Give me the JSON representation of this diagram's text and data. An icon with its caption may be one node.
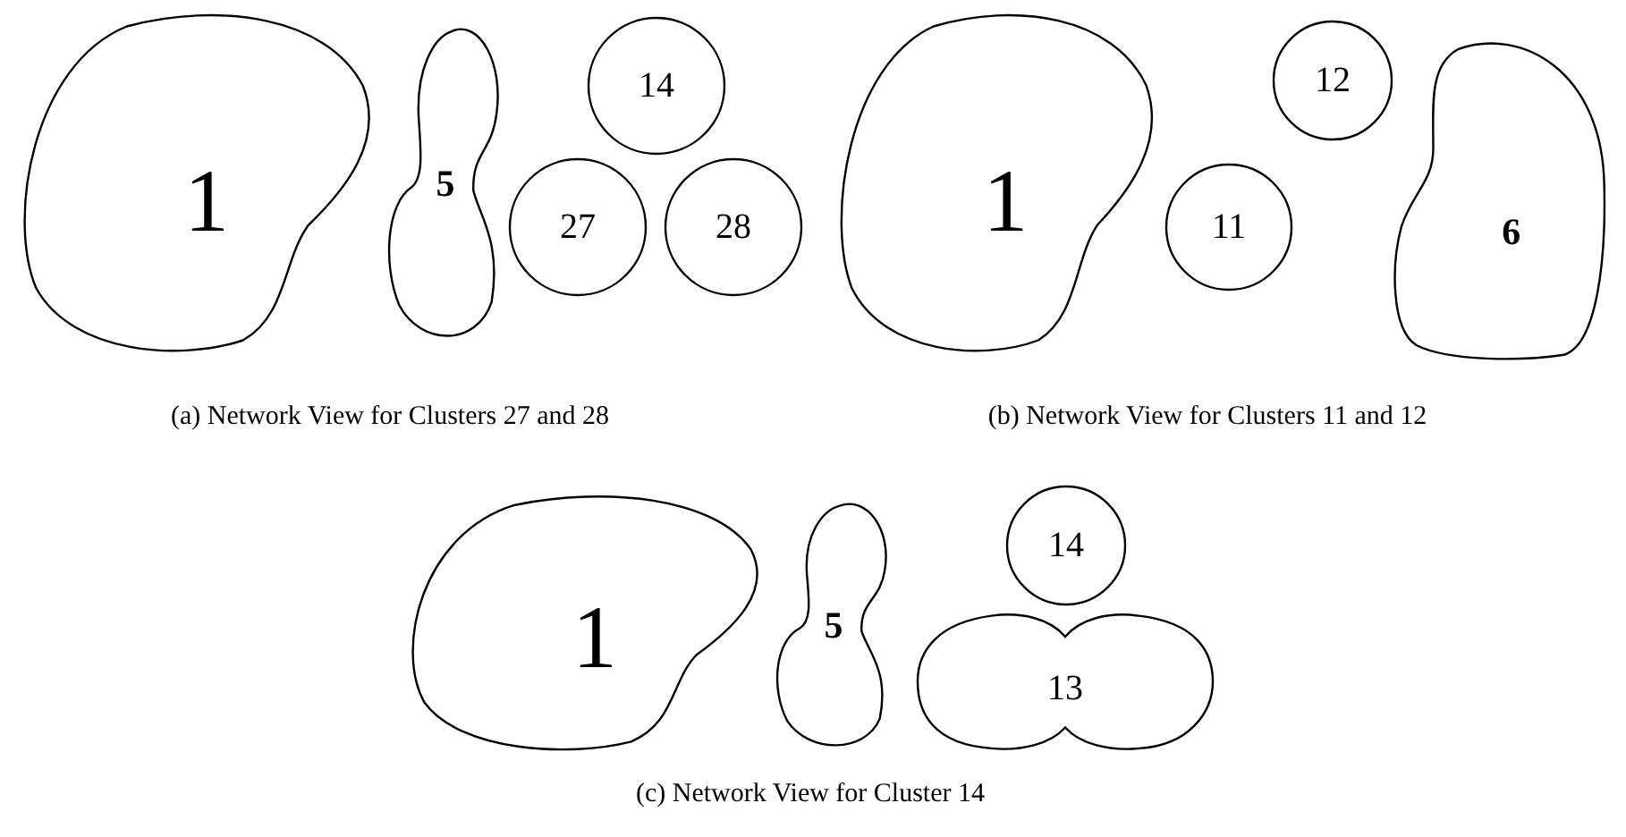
{
  "diagram": {
    "nodes": [
      {
        "text": [
          "1"
        ]
      },
      {
        "text": [
          "5"
        ]
      },
      {
        "text": [
          "14"
        ]
      },
      {
        "text": [
          "27"
        ]
      },
      {
        "text": [
          "28"
        ]
      },
      {
        "text": [
          "1"
        ]
      },
      {
        "text": [
          "12"
        ]
      },
      {
        "text": [
          "11"
        ]
      },
      {
        "text": [
          "6"
        ]
      },
      {
        "text": [
          "1"
        ]
      },
      {
        "text": [
          "5"
        ]
      },
      {
        "text": [
          "14"
        ]
      },
      {
        "text": [
          "13"
        ]
      }
    ],
    "labels": [
      "(a) Network View for Clusters 27 and 28",
      "(b) Network View for Clusters 11 and 12",
      "(c) Network View for Cluster 14"
    ]
  }
}
